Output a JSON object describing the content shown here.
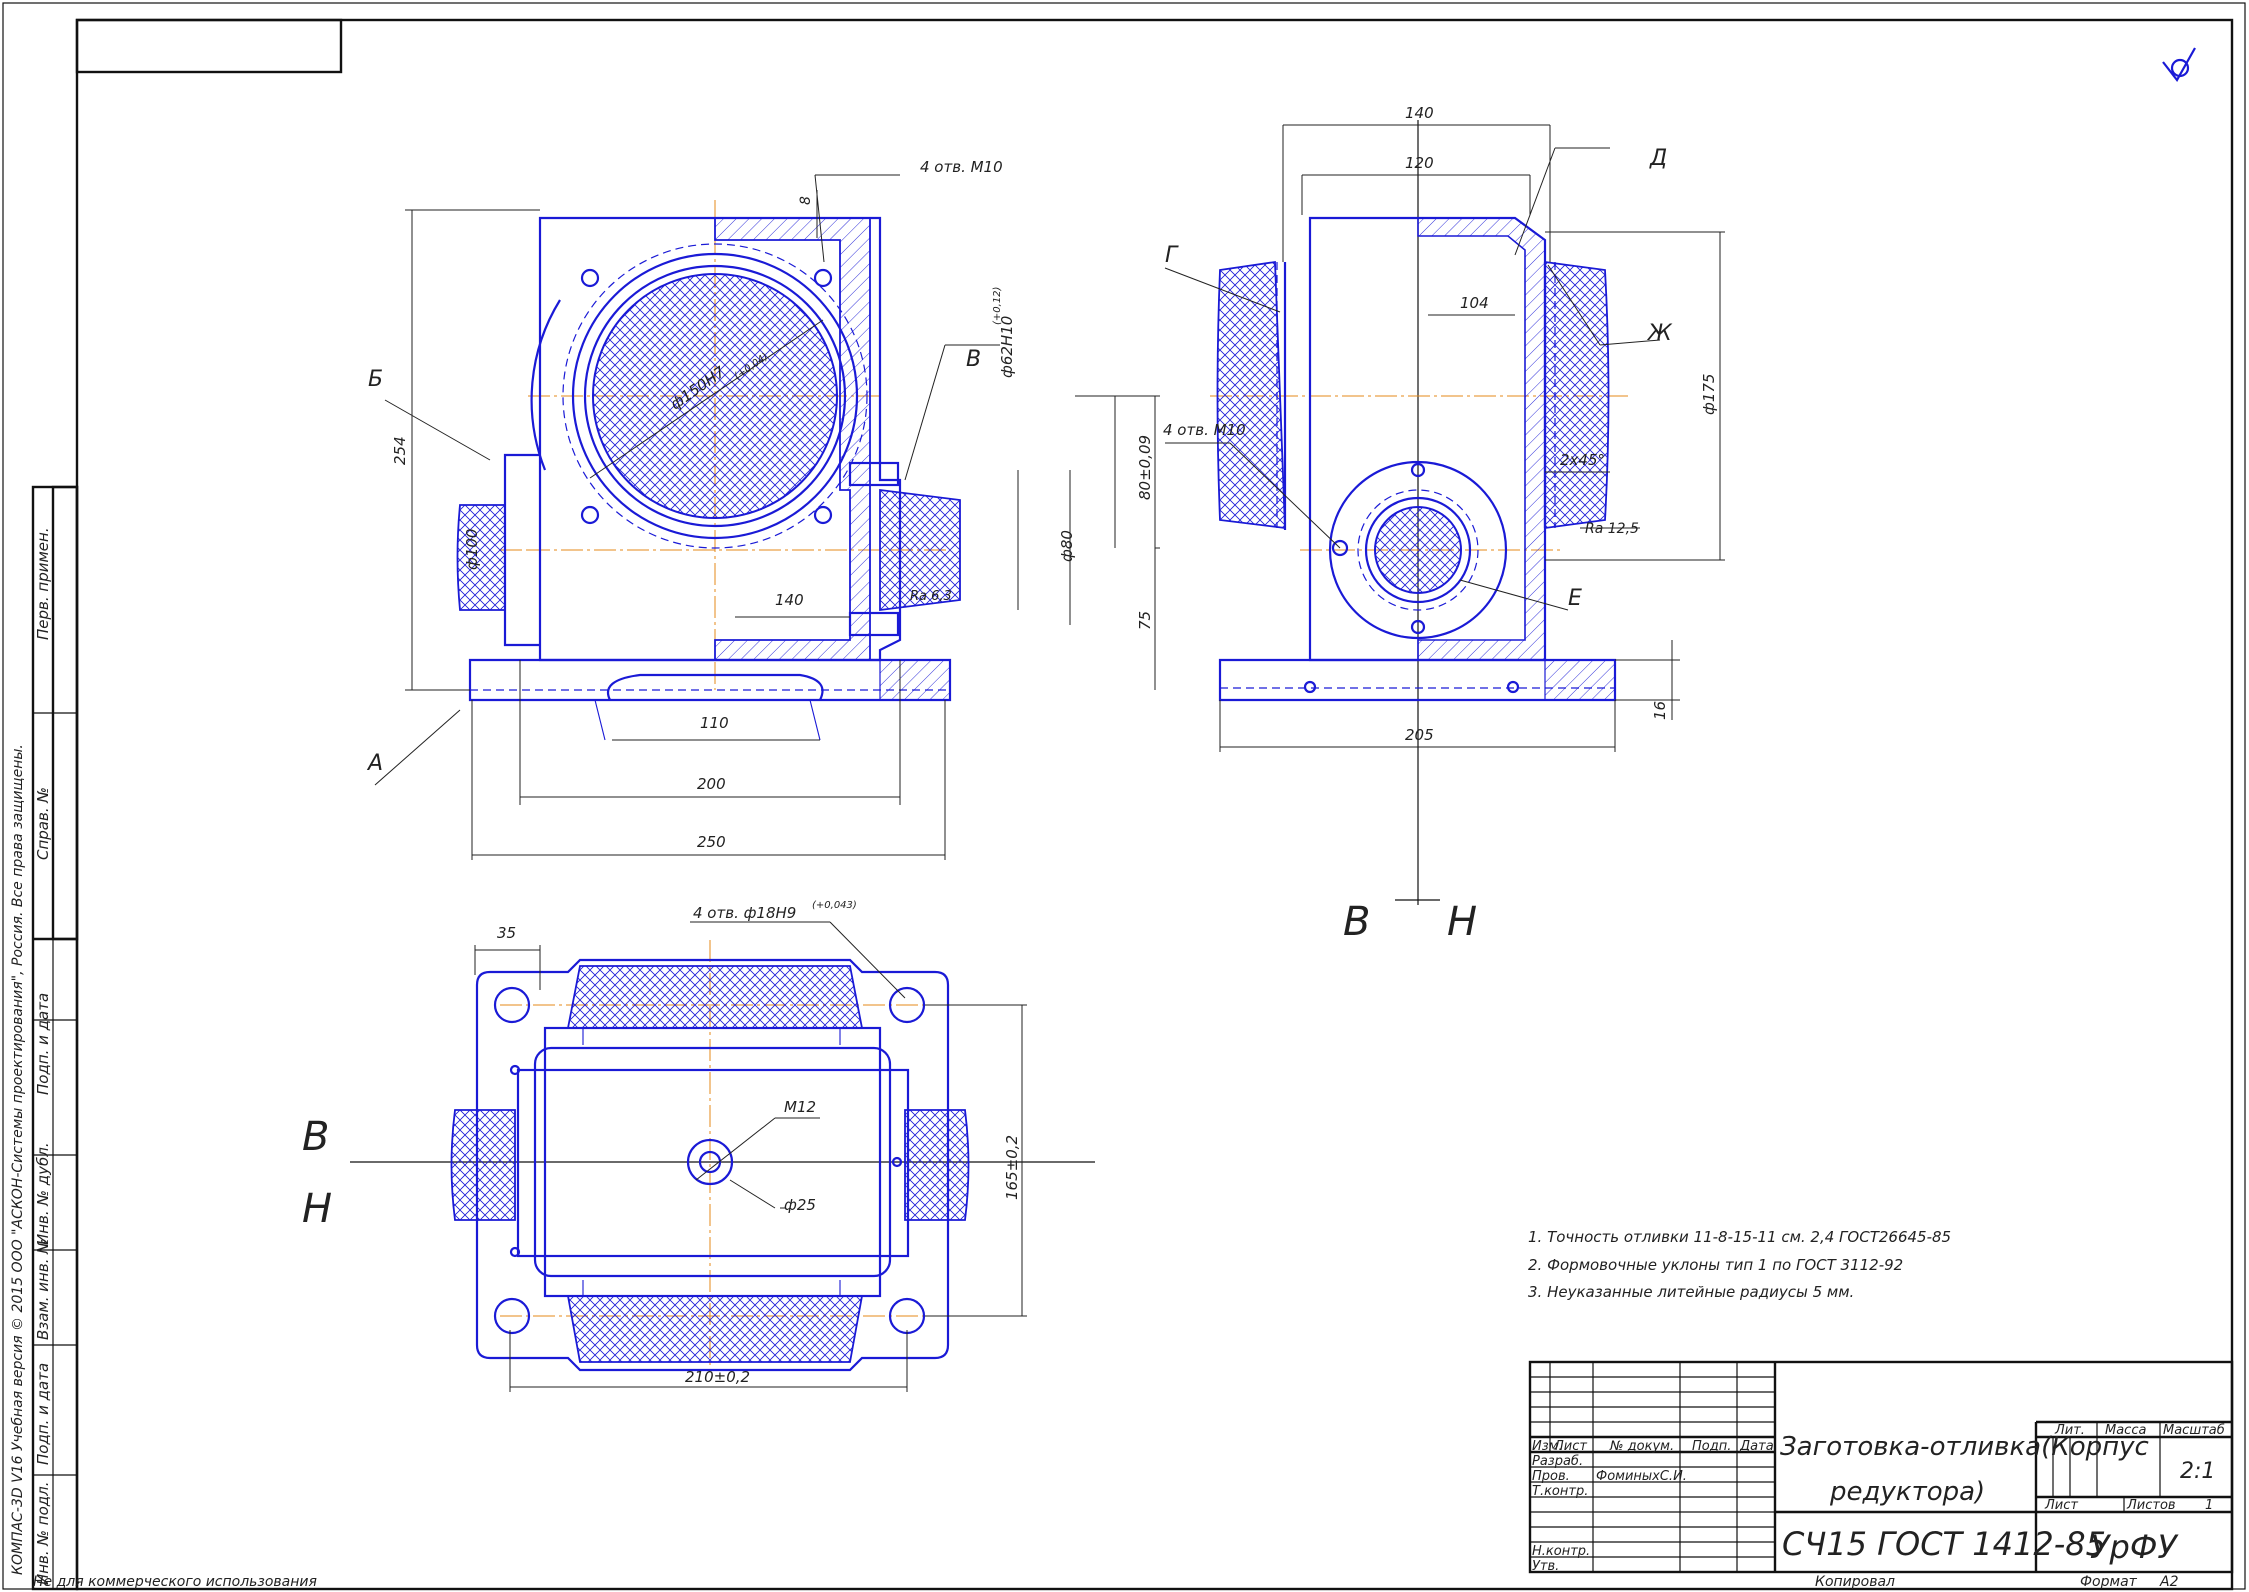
{
  "views": {
    "front": {
      "labels": {
        "b_letter": "Б",
        "v_letter": "В",
        "a_letter": "А",
        "holes_m10": "4 отв. М10",
        "dim_8": "8",
        "dim_254": "254",
        "dim_phi150": "ф150Н7",
        "tol_phi150": "(+0,04)",
        "dim_phi62": "ф62Н10",
        "tol_phi62": "(+0,12)",
        "dim_phi100": "ф100",
        "dim_80": "80±0,09",
        "dim_75": "75",
        "dim_phi80": "ф80",
        "dim_140": "140",
        "dim_ra": "Ra 6,3",
        "dim_110": "110",
        "dim_200": "200",
        "dim_250": "250"
      }
    },
    "side": {
      "labels": {
        "dim_140": "140",
        "dim_120": "120",
        "g_letter": "Г",
        "d_letter": "Д",
        "zh_letter": "Ж",
        "e_letter": "Е",
        "dim_104": "104",
        "dim_phi175": "ф175",
        "holes_m10": "4 отв. М10",
        "chamfer": "2х45°",
        "ra": "Ra 12,5",
        "dim_205": "205",
        "dim_16": "16",
        "section_b": "В",
        "section_h": "Н"
      }
    },
    "top": {
      "labels": {
        "dim_35": "35",
        "holes_18": "4 отв. ф18Н9",
        "tol_18": "(+0,043)",
        "m12": "М12",
        "phi25": "ф25",
        "dim_165": "165±0,2",
        "dim_210": "210±0,2",
        "section_b": "В",
        "section_h": "Н"
      }
    }
  },
  "notes": [
    "1. Точность отливки 11-8-15-11 см. 2,4 ГОСТ26645-85",
    "2. Формовочные уклоны тип 1 по ГОСТ 3112-92",
    "3. Неуказанные литейные радиусы 5 мм."
  ],
  "left_strip": {
    "copyright": "КОМПАС-3D V16 Учебная версия © 2015 ООО \"АСКОН-Системы проектирования\", Россия. Все права защищены.",
    "perv_primen": "Перв. примен.",
    "sprav_no": "Справ. №",
    "podp_data_1": "Подп. и дата",
    "inv_dubl": "Инв. № дубл.",
    "vzam_inv": "Взам. инв. №",
    "podp_data_2": "Подп. и дата",
    "inv_podl": "Инв. № подл."
  },
  "title_block": {
    "izm": "Изм.",
    "list": "Лист",
    "no_dokum": "№ докум.",
    "podp": "Подп.",
    "data": "Дата",
    "razrab": "Разраб.",
    "prov": "Пров.",
    "prov_name": "ФоминыхС.И.",
    "tkontr": "Т.контр.",
    "nkontr": "Н.контр.",
    "utv": "Утв.",
    "title_line1": "Заготовка-отливка(Корпус",
    "title_line2": "редуктора)",
    "material": "СЧ15 ГОСТ 1412-85",
    "lit": "Лит.",
    "massa": "Масса",
    "masshtab": "Масштаб",
    "scale": "2:1",
    "list2": "Лист",
    "listov": "Листов",
    "listov_n": "1",
    "org": "УрФУ"
  },
  "footer": {
    "noncommercial": "Не для коммерческого использования",
    "kopiroval": "Копировал",
    "format_label": "Формат",
    "format_value": "А2"
  }
}
